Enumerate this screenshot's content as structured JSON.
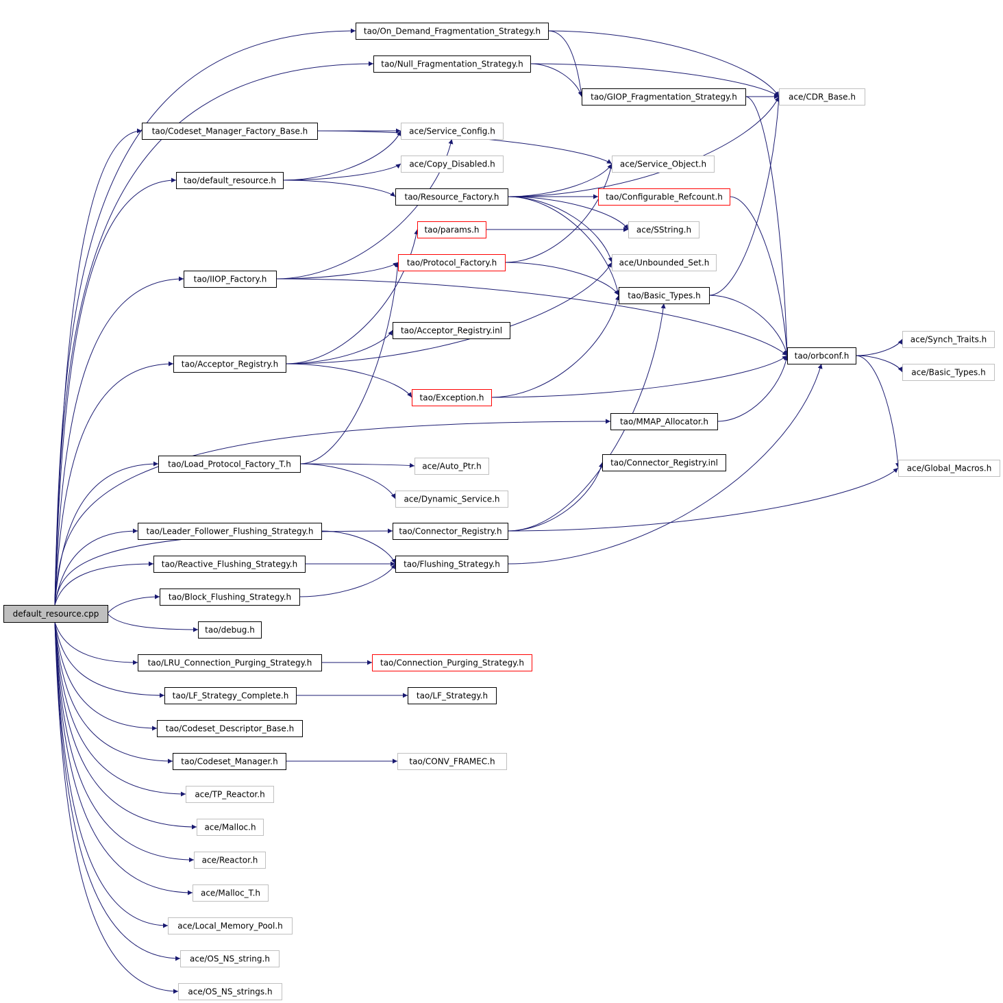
{
  "colors": {
    "background": "#ffffff",
    "edge": "#191970",
    "border_normal": "#000000",
    "border_truncated": "#ff0000",
    "border_external": "#bfbfbf",
    "fill_root": "#bfbfbf",
    "fill_node": "#ffffff"
  },
  "nodes": [
    {
      "id": "root",
      "label": "default_resource.cpp",
      "kind": "root"
    },
    {
      "id": "ondemand",
      "label": "tao/On_Demand_Fragmentation_Strategy.h",
      "kind": "normal"
    },
    {
      "id": "nullfrag",
      "label": "tao/Null_Fragmentation_Strategy.h",
      "kind": "normal"
    },
    {
      "id": "giop",
      "label": "tao/GIOP_Fragmentation_Strategy.h",
      "kind": "normal"
    },
    {
      "id": "cdr",
      "label": "ace/CDR_Base.h",
      "kind": "external"
    },
    {
      "id": "csmfb",
      "label": "tao/Codeset_Manager_Factory_Base.h",
      "kind": "normal"
    },
    {
      "id": "svccfg",
      "label": "ace/Service_Config.h",
      "kind": "external"
    },
    {
      "id": "defres",
      "label": "tao/default_resource.h",
      "kind": "normal"
    },
    {
      "id": "copydis",
      "label": "ace/Copy_Disabled.h",
      "kind": "external"
    },
    {
      "id": "svcobj",
      "label": "ace/Service_Object.h",
      "kind": "external"
    },
    {
      "id": "resfac",
      "label": "tao/Resource_Factory.h",
      "kind": "normal"
    },
    {
      "id": "confref",
      "label": "tao/Configurable_Refcount.h",
      "kind": "truncated"
    },
    {
      "id": "params",
      "label": "tao/params.h",
      "kind": "truncated"
    },
    {
      "id": "sstring",
      "label": "ace/SString.h",
      "kind": "external"
    },
    {
      "id": "iiopfac",
      "label": "tao/IIOP_Factory.h",
      "kind": "normal"
    },
    {
      "id": "protfac",
      "label": "tao/Protocol_Factory.h",
      "kind": "truncated"
    },
    {
      "id": "unbset",
      "label": "ace/Unbounded_Set.h",
      "kind": "external"
    },
    {
      "id": "basictypes",
      "label": "tao/Basic_Types.h",
      "kind": "normal"
    },
    {
      "id": "accreginl",
      "label": "tao/Acceptor_Registry.inl",
      "kind": "normal"
    },
    {
      "id": "accreg",
      "label": "tao/Acceptor_Registry.h",
      "kind": "normal"
    },
    {
      "id": "orbconf",
      "label": "tao/orbconf.h",
      "kind": "normal"
    },
    {
      "id": "synch",
      "label": "ace/Synch_Traits.h",
      "kind": "external"
    },
    {
      "id": "acebasic",
      "label": "ace/Basic_Types.h",
      "kind": "external"
    },
    {
      "id": "exception",
      "label": "tao/Exception.h",
      "kind": "truncated"
    },
    {
      "id": "mmap",
      "label": "tao/MMAP_Allocator.h",
      "kind": "normal"
    },
    {
      "id": "connreginl",
      "label": "tao/Connector_Registry.inl",
      "kind": "normal"
    },
    {
      "id": "globmac",
      "label": "ace/Global_Macros.h",
      "kind": "external"
    },
    {
      "id": "loadprot",
      "label": "tao/Load_Protocol_Factory_T.h",
      "kind": "normal"
    },
    {
      "id": "autoptr",
      "label": "ace/Auto_Ptr.h",
      "kind": "external"
    },
    {
      "id": "dynsvc",
      "label": "ace/Dynamic_Service.h",
      "kind": "external"
    },
    {
      "id": "connreg",
      "label": "tao/Connector_Registry.h",
      "kind": "normal"
    },
    {
      "id": "lfflush",
      "label": "tao/Leader_Follower_Flushing_Strategy.h",
      "kind": "normal"
    },
    {
      "id": "reactflush",
      "label": "tao/Reactive_Flushing_Strategy.h",
      "kind": "normal"
    },
    {
      "id": "flushstrat",
      "label": "tao/Flushing_Strategy.h",
      "kind": "normal"
    },
    {
      "id": "blockflush",
      "label": "tao/Block_Flushing_Strategy.h",
      "kind": "normal"
    },
    {
      "id": "debug",
      "label": "tao/debug.h",
      "kind": "normal"
    },
    {
      "id": "lrupurge",
      "label": "tao/LRU_Connection_Purging_Strategy.h",
      "kind": "normal"
    },
    {
      "id": "connpurge",
      "label": "tao/Connection_Purging_Strategy.h",
      "kind": "truncated"
    },
    {
      "id": "lfcomplete",
      "label": "tao/LF_Strategy_Complete.h",
      "kind": "normal"
    },
    {
      "id": "lfstrat",
      "label": "tao/LF_Strategy.h",
      "kind": "normal"
    },
    {
      "id": "csdesc",
      "label": "tao/Codeset_Descriptor_Base.h",
      "kind": "normal"
    },
    {
      "id": "csmgr",
      "label": "tao/Codeset_Manager.h",
      "kind": "normal"
    },
    {
      "id": "convframe",
      "label": "tao/CONV_FRAMEC.h",
      "kind": "external"
    },
    {
      "id": "tpreactor",
      "label": "ace/TP_Reactor.h",
      "kind": "external"
    },
    {
      "id": "malloc",
      "label": "ace/Malloc.h",
      "kind": "external"
    },
    {
      "id": "reactor",
      "label": "ace/Reactor.h",
      "kind": "external"
    },
    {
      "id": "malloct",
      "label": "ace/Malloc_T.h",
      "kind": "external"
    },
    {
      "id": "localmem",
      "label": "ace/Local_Memory_Pool.h",
      "kind": "external"
    },
    {
      "id": "osnsstring",
      "label": "ace/OS_NS_string.h",
      "kind": "external"
    },
    {
      "id": "osnsstrings",
      "label": "ace/OS_NS_strings.h",
      "kind": "external"
    }
  ],
  "edges": [
    [
      "root",
      "ondemand"
    ],
    [
      "root",
      "nullfrag"
    ],
    [
      "root",
      "csmfb"
    ],
    [
      "root",
      "defres"
    ],
    [
      "root",
      "iiopfac"
    ],
    [
      "root",
      "accreg"
    ],
    [
      "root",
      "mmap"
    ],
    [
      "root",
      "loadprot"
    ],
    [
      "root",
      "connreg"
    ],
    [
      "root",
      "lfflush"
    ],
    [
      "root",
      "reactflush"
    ],
    [
      "root",
      "blockflush"
    ],
    [
      "root",
      "debug"
    ],
    [
      "root",
      "lrupurge"
    ],
    [
      "root",
      "lfcomplete"
    ],
    [
      "root",
      "csdesc"
    ],
    [
      "root",
      "csmgr"
    ],
    [
      "root",
      "tpreactor"
    ],
    [
      "root",
      "malloc"
    ],
    [
      "root",
      "reactor"
    ],
    [
      "root",
      "malloct"
    ],
    [
      "root",
      "localmem"
    ],
    [
      "root",
      "osnsstring"
    ],
    [
      "root",
      "osnsstrings"
    ],
    [
      "ondemand",
      "giop"
    ],
    [
      "ondemand",
      "cdr"
    ],
    [
      "nullfrag",
      "giop"
    ],
    [
      "nullfrag",
      "cdr"
    ],
    [
      "giop",
      "cdr"
    ],
    [
      "giop",
      "orbconf"
    ],
    [
      "csmfb",
      "svccfg"
    ],
    [
      "csmfb",
      "svcobj"
    ],
    [
      "defres",
      "svccfg"
    ],
    [
      "defres",
      "copydis"
    ],
    [
      "defres",
      "resfac"
    ],
    [
      "resfac",
      "svcobj"
    ],
    [
      "resfac",
      "confref"
    ],
    [
      "resfac",
      "sstring"
    ],
    [
      "resfac",
      "unbset"
    ],
    [
      "resfac",
      "basictypes"
    ],
    [
      "resfac",
      "cdr"
    ],
    [
      "confref",
      "orbconf"
    ],
    [
      "params",
      "sstring"
    ],
    [
      "iiopfac",
      "protfac"
    ],
    [
      "iiopfac",
      "svccfg"
    ],
    [
      "iiopfac",
      "orbconf"
    ],
    [
      "protfac",
      "basictypes"
    ],
    [
      "protfac",
      "svcobj"
    ],
    [
      "basictypes",
      "cdr"
    ],
    [
      "basictypes",
      "orbconf"
    ],
    [
      "accreg",
      "accreginl"
    ],
    [
      "accreg",
      "params"
    ],
    [
      "accreg",
      "exception"
    ],
    [
      "accreg",
      "unbset"
    ],
    [
      "exception",
      "basictypes"
    ],
    [
      "exception",
      "orbconf"
    ],
    [
      "orbconf",
      "synch"
    ],
    [
      "orbconf",
      "acebasic"
    ],
    [
      "orbconf",
      "globmac"
    ],
    [
      "mmap",
      "orbconf"
    ],
    [
      "loadprot",
      "autoptr"
    ],
    [
      "loadprot",
      "dynsvc"
    ],
    [
      "loadprot",
      "protfac"
    ],
    [
      "connreg",
      "connreginl"
    ],
    [
      "connreg",
      "globmac"
    ],
    [
      "connreg",
      "basictypes"
    ],
    [
      "lfflush",
      "flushstrat"
    ],
    [
      "reactflush",
      "flushstrat"
    ],
    [
      "blockflush",
      "flushstrat"
    ],
    [
      "flushstrat",
      "orbconf"
    ],
    [
      "lrupurge",
      "connpurge"
    ],
    [
      "lfcomplete",
      "lfstrat"
    ],
    [
      "csmgr",
      "convframe"
    ]
  ]
}
